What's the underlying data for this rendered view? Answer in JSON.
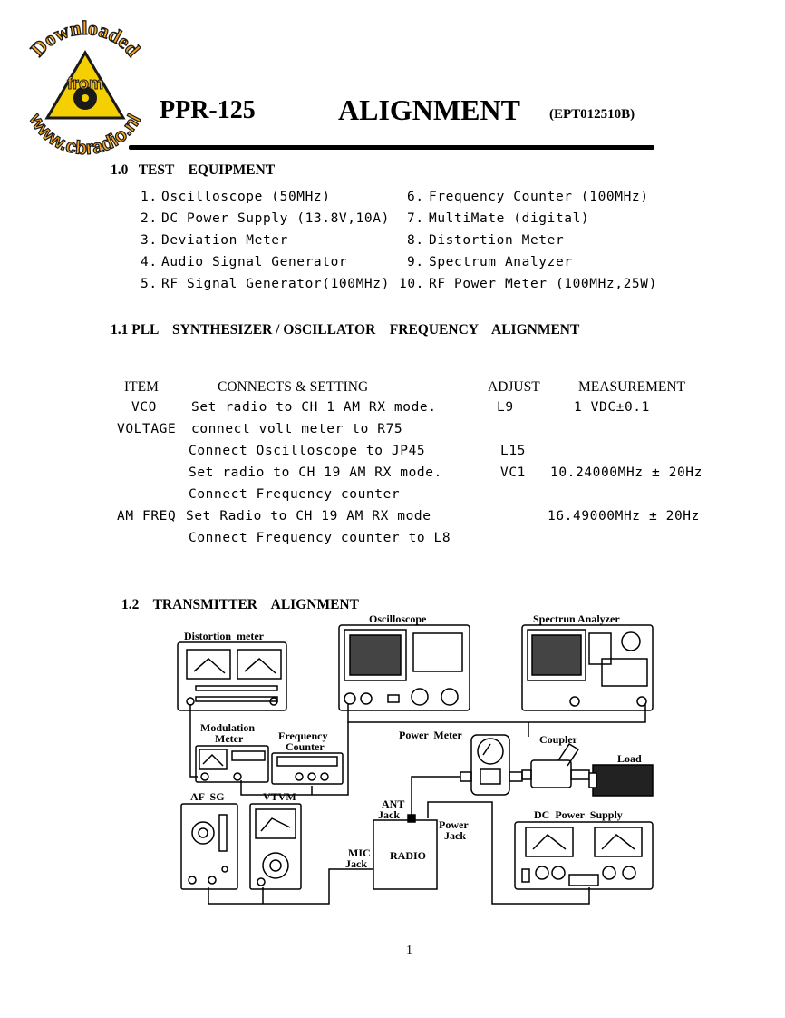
{
  "watermark": {
    "arc_top": "Downloaded",
    "center": "from",
    "arc_bottom": "www.cbradio.nl"
  },
  "header": {
    "model": "PPR-125",
    "title": "ALIGNMENT",
    "code": "(EPT012510B)"
  },
  "section_test_equipment": {
    "heading": "1.0   TEST    EQUIPMENT",
    "items": [
      {
        "num": "1.",
        "label": "Oscilloscope (50MHz)"
      },
      {
        "num": "2.",
        "label": "DC Power Supply (13.8V,10A)"
      },
      {
        "num": "3.",
        "label": "Deviation Meter"
      },
      {
        "num": "4.",
        "label": "Audio Signal Generator"
      },
      {
        "num": "5.",
        "label": "RF Signal Generator(100MHz)"
      },
      {
        "num": "6.",
        "label": "Frequency Counter (100MHz)"
      },
      {
        "num": "7.",
        "label": "MultiMate (digital)"
      },
      {
        "num": "8.",
        "label": "Distortion Meter"
      },
      {
        "num": "9.",
        "label": "Spectrum Analyzer"
      },
      {
        "num": "10.",
        "label": "RF Power Meter (100MHz,25W)"
      }
    ]
  },
  "section_pll": {
    "heading": "1.1 PLL    SYNTHESIZER / OSCILLATOR    FREQUENCY    ALIGNMENT",
    "columns": {
      "item": "ITEM",
      "connects": "CONNECTS & SETTING",
      "adjust": "ADJUST",
      "measurement": "MEASUREMENT"
    },
    "rows": [
      {
        "item": "VCO",
        "setting": "Set radio to CH 1 AM RX mode.",
        "adjust": "L9",
        "measurement": "1 VDC±0.1"
      },
      {
        "item": "VOLTAGE",
        "setting": "connect volt meter to R75",
        "adjust": "",
        "measurement": ""
      },
      {
        "item": "",
        "setting": "Connect Oscilloscope to JP45",
        "adjust": "L15",
        "measurement": ""
      },
      {
        "item": "",
        "setting": "Set radio to CH 19 AM RX mode.",
        "adjust": "VC1",
        "measurement": "10.24000MHz ± 20Hz"
      },
      {
        "item": "",
        "setting": "Connect Frequency counter",
        "adjust": "",
        "measurement": ""
      },
      {
        "item": "AM FREQ",
        "setting": "Set Radio to CH 19 AM RX mode",
        "adjust": "",
        "measurement": "16.49000MHz ± 20Hz"
      },
      {
        "item": "",
        "setting": "Connect Frequency counter to L8",
        "adjust": "",
        "measurement": ""
      }
    ]
  },
  "section_tx": {
    "heading": "1.2    TRANSMITTER    ALIGNMENT"
  },
  "diagram": {
    "distortion_meter": "Distortion  meter",
    "oscilloscope": "Oscilloscope",
    "spectrum_analyzer": "Spectrun  Analyzer",
    "modulation_meter_1": "Modulation",
    "modulation_meter_2": "Meter",
    "frequency_counter_1": "Frequency",
    "frequency_counter_2": "Counter",
    "power_meter": "Power  Meter",
    "coupler": "Coupler",
    "load": "Load",
    "af_sg": "AF  SG",
    "vtvm": "VTVM",
    "ant_jack_1": "ANT",
    "ant_jack_2": "Jack",
    "power_jack_1": "Power",
    "power_jack_2": "Jack",
    "dc_power_supply": "DC  Power  Supply",
    "mic_jack_1": "MIC",
    "mic_jack_2": "Jack",
    "radio": "RADIO"
  },
  "footer": {
    "page_number": "1"
  }
}
